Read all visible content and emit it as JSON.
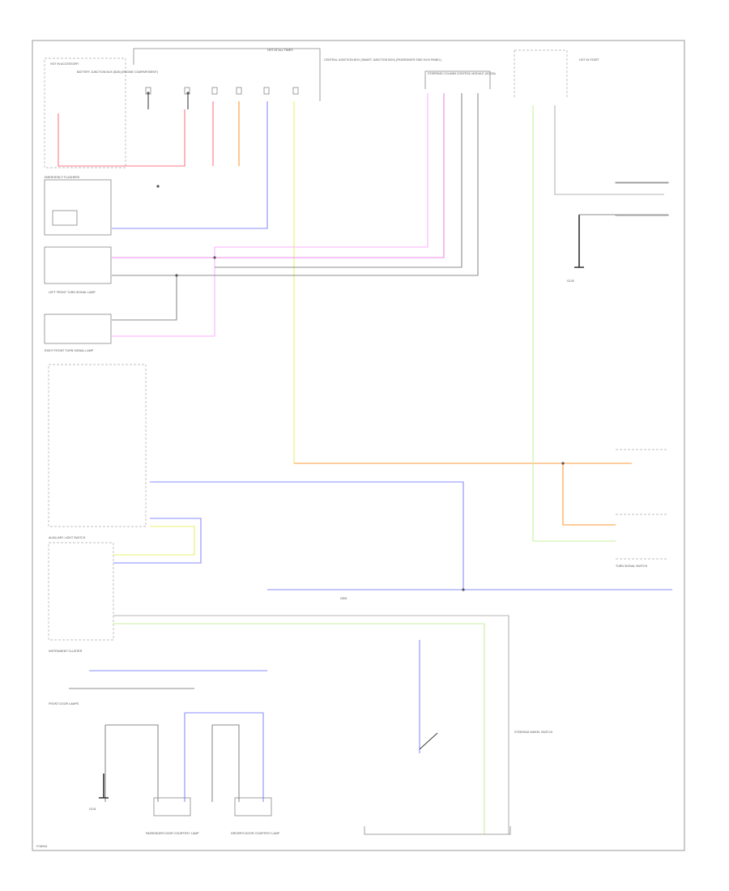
{
  "diagram": {
    "labels": {
      "hot_in_accessory": "HOT IN ACCESSORY",
      "battery_junction_box": "BATTERY JUNCTION BOX (BJB) (ENGINE COMPARTMENT)",
      "hot_at_all_times": "HOT AT ALL TIMES",
      "central_junction_box": "CENTRAL JUNCTION BOX (SMART JUNCTION BOX) (PASSENGER SIDE KICK PANEL)",
      "steering_column_control_module": "STEERING COLUMN CONTROL MODULE (SCCM)",
      "hot_in_start": "HOT IN START",
      "g100": "G100",
      "g101": "G101",
      "emergency_flashers": "EMERGENCY FLASHERS",
      "left_front_turn_lamp": "LEFT FRONT TURN SIGNAL LAMP",
      "right_front_turn_lamp": "RIGHT FRONT TURN SIGNAL LAMP",
      "instrument_cluster": "INSTRUMENT CLUSTER",
      "auxiliary_light_switch": "AUXILIARY LIGHT SWITCH",
      "front_door_lamps": "FRONT DOOR LAMPS",
      "passenger_door_lamp": "PASSENGER DOOR COURTESY LAMP",
      "drivers_door_lamp": "DRIVER'S DOOR COURTESY LAMP",
      "steering_wheel_switch": "STEERING WHEEL SWITCH",
      "turn_signal_switch": "TURN SIGNAL SWITCH",
      "gem": "GEM",
      "footer": "F/16044"
    }
  }
}
